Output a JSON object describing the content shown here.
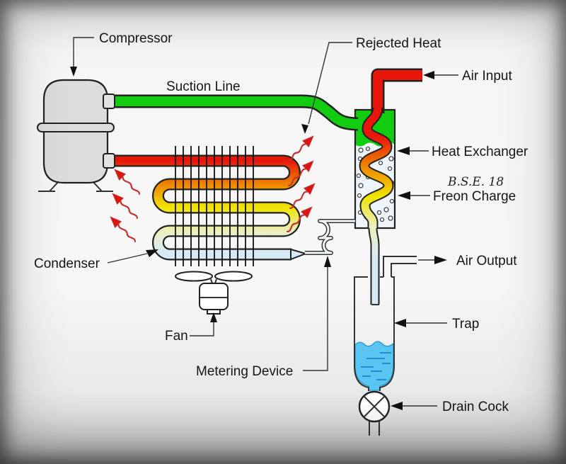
{
  "labels": {
    "compressor": "Compressor",
    "suction_line": "Suction Line",
    "rejected_heat": "Rejected Heat",
    "air_input": "Air Input",
    "heat_exchanger": "Heat Exchanger",
    "bse_note": "B.S.E. 18",
    "freon_charge": "Freon Charge",
    "air_output": "Air Output",
    "trap": "Trap",
    "drain_cock": "Drain Cock",
    "condenser": "Condenser",
    "fan": "Fan",
    "metering_device": "Metering Device"
  },
  "colors": {
    "hot_gas": "#e8150a",
    "warm": "#ef8500",
    "cooling": "#f0e400",
    "cooled": "#ecefc2",
    "liquid_line": "#d5eaf6",
    "suction_gas": "#12cc12",
    "water": "#59c5f0",
    "water_dash": "#1d8fd0",
    "bubble_bg": "#edf5fb",
    "metal_gray": "#dcdcdc",
    "outline": "#222222",
    "heat_arrow": "#dd1510",
    "heat_arrow_tail": "#c23333"
  }
}
